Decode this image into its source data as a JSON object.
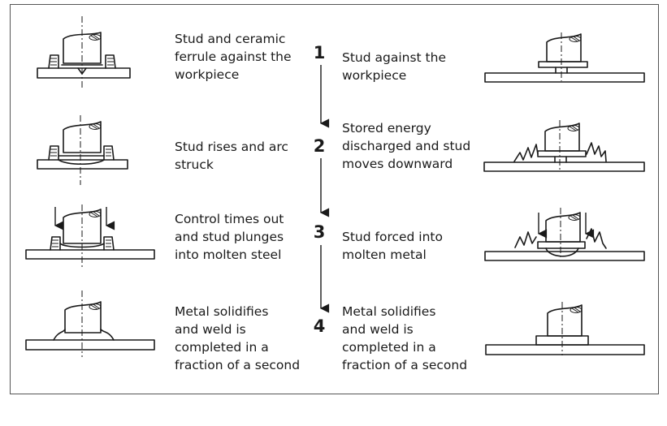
{
  "steps": [
    {
      "number": "1",
      "left": "Stud and ceramic\nferrule against the\nworkpiece",
      "right": "Stud against the\nworkpiece"
    },
    {
      "number": "2",
      "left": "Stud rises and arc\nstruck",
      "right": "Stored energy\ndischarged and stud\nmoves downward"
    },
    {
      "number": "3",
      "left": "Control times out\nand stud plunges\ninto molten steel",
      "right": "Stud forced into\nmolten metal"
    },
    {
      "number": "4",
      "left": "Metal solidifies\nand weld is\ncompleted in a\nfraction of a second",
      "right": "Metal solidifies\nand weld is\ncompleted in a\nfraction of a second"
    }
  ]
}
